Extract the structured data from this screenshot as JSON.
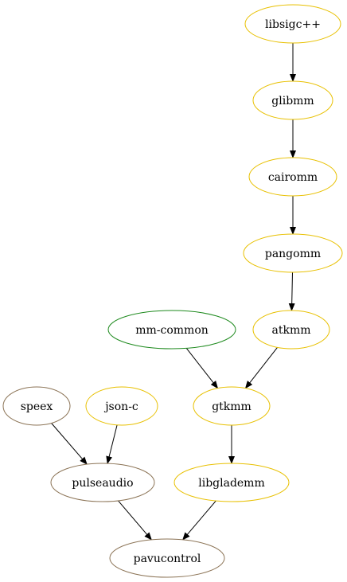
{
  "colors": {
    "yellow": "#e8c000",
    "green": "#1e8a1e",
    "brown": "#8b7355",
    "edge": "#000000"
  },
  "nodes": [
    {
      "id": "libsigcpp",
      "label": "libsigc++",
      "color": "#e8c000"
    },
    {
      "id": "glibmm",
      "label": "glibmm",
      "color": "#e8c000"
    },
    {
      "id": "cairomm",
      "label": "cairomm",
      "color": "#e8c000"
    },
    {
      "id": "pangomm",
      "label": "pangomm",
      "color": "#e8c000"
    },
    {
      "id": "mm-common",
      "label": "mm-common",
      "color": "#1e8a1e"
    },
    {
      "id": "atkmm",
      "label": "atkmm",
      "color": "#e8c000"
    },
    {
      "id": "speex",
      "label": "speex",
      "color": "#8b7355"
    },
    {
      "id": "json-c",
      "label": "json-c",
      "color": "#e8c000"
    },
    {
      "id": "gtkmm",
      "label": "gtkmm",
      "color": "#e8c000"
    },
    {
      "id": "pulseaudio",
      "label": "pulseaudio",
      "color": "#8b7355"
    },
    {
      "id": "libglademm",
      "label": "libglademm",
      "color": "#e8c000"
    },
    {
      "id": "pavucontrol",
      "label": "pavucontrol",
      "color": "#8b7355"
    }
  ],
  "edges": [
    {
      "from": "libsigcpp",
      "to": "glibmm"
    },
    {
      "from": "glibmm",
      "to": "cairomm"
    },
    {
      "from": "cairomm",
      "to": "pangomm"
    },
    {
      "from": "pangomm",
      "to": "atkmm"
    },
    {
      "from": "mm-common",
      "to": "gtkmm"
    },
    {
      "from": "atkmm",
      "to": "gtkmm"
    },
    {
      "from": "speex",
      "to": "pulseaudio"
    },
    {
      "from": "json-c",
      "to": "pulseaudio"
    },
    {
      "from": "gtkmm",
      "to": "libglademm"
    },
    {
      "from": "pulseaudio",
      "to": "pavucontrol"
    },
    {
      "from": "libglademm",
      "to": "pavucontrol"
    }
  ]
}
